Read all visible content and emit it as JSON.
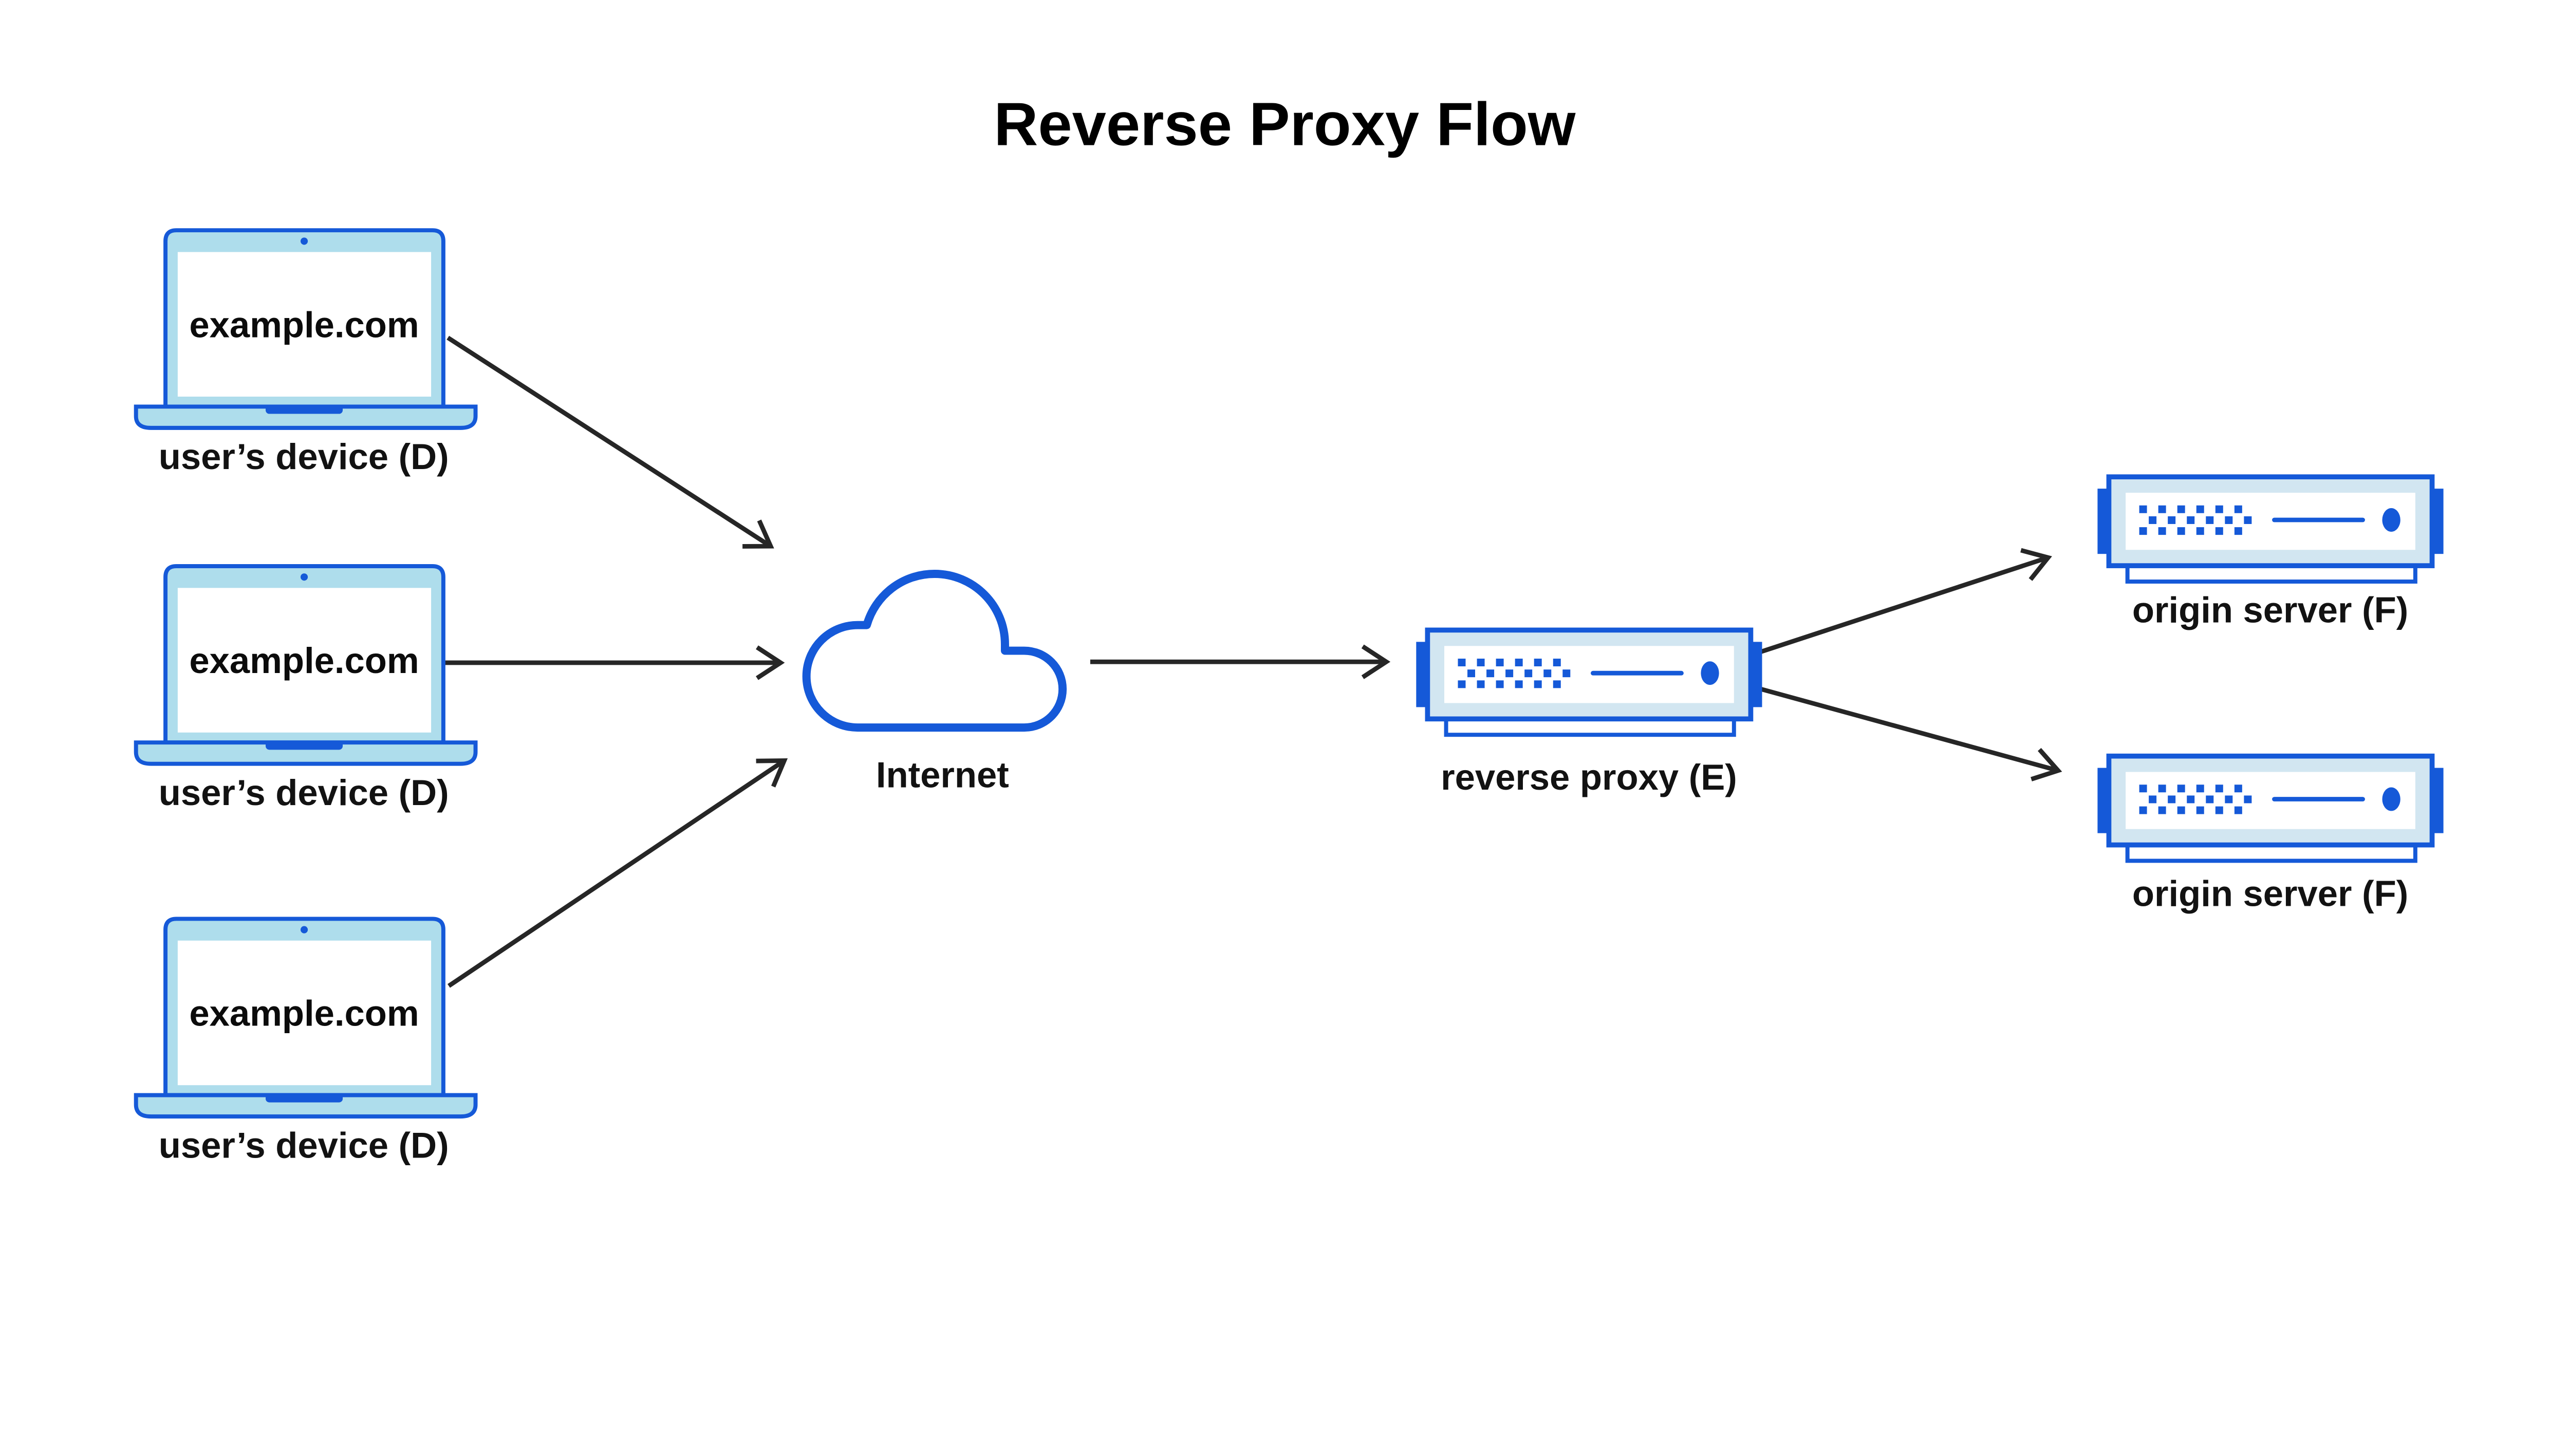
{
  "title": "Reverse Proxy Flow",
  "devices": [
    {
      "screen_text": "example.com",
      "label": "user’s device (D)"
    },
    {
      "screen_text": "example.com",
      "label": "user’s device (D)"
    },
    {
      "screen_text": "example.com",
      "label": "user’s device (D)"
    }
  ],
  "internet": {
    "label": "Internet",
    "icon": "cloud-icon"
  },
  "reverse_proxy": {
    "label": "reverse proxy (E)",
    "icon": "server-icon"
  },
  "origin_servers": [
    {
      "label": "origin server (F)",
      "icon": "server-icon"
    },
    {
      "label": "origin server (F)",
      "icon": "server-icon"
    }
  ],
  "flows": [
    {
      "from": "user's device 1",
      "to": "Internet"
    },
    {
      "from": "user's device 2",
      "to": "Internet"
    },
    {
      "from": "user's device 3",
      "to": "Internet"
    },
    {
      "from": "Internet",
      "to": "reverse proxy"
    },
    {
      "from": "reverse proxy",
      "to": "origin server 1"
    },
    {
      "from": "reverse proxy",
      "to": "origin server 2"
    }
  ],
  "colors": {
    "accent_blue": "#1559D8",
    "laptop_fill": "#AEDDEC",
    "server_frame_fill": "#D2E6F1",
    "arrow": "#262626",
    "text": "#121212",
    "background": "#FFFFFF"
  }
}
